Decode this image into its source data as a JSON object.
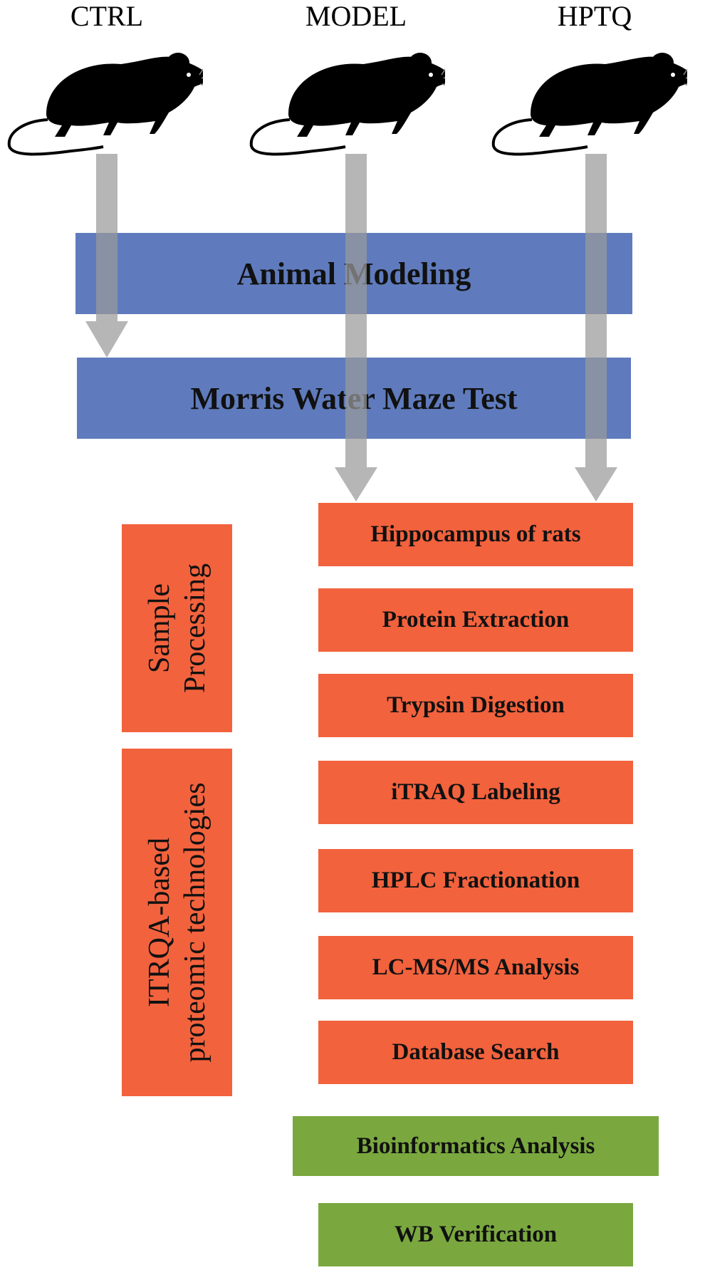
{
  "groups": [
    {
      "label": "CTRL"
    },
    {
      "label": "MODEL"
    },
    {
      "label": "HPTQ"
    }
  ],
  "stages": {
    "animal_modeling": "Animal Modeling",
    "morris_water_maze": "Morris Water Maze Test"
  },
  "side_labels": {
    "sample_processing": [
      "Sample",
      "Processing"
    ],
    "itraq_technologies": [
      "ITRQA-based",
      "proteomic technologies"
    ]
  },
  "steps": [
    "Hippocampus of rats",
    "Protein Extraction",
    "Trypsin Digestion",
    "iTRAQ Labeling",
    "HPLC Fractionation",
    "LC-MS/MS Analysis",
    "Database Search"
  ],
  "final_steps": [
    "Bioinformatics Analysis",
    "WB Verification"
  ],
  "colors": {
    "blue": "#5f7bbd",
    "orange": "#f2623d",
    "green": "#7aa83f",
    "arrow": "#9a9a9a"
  },
  "icons": [
    "rat-icon"
  ]
}
